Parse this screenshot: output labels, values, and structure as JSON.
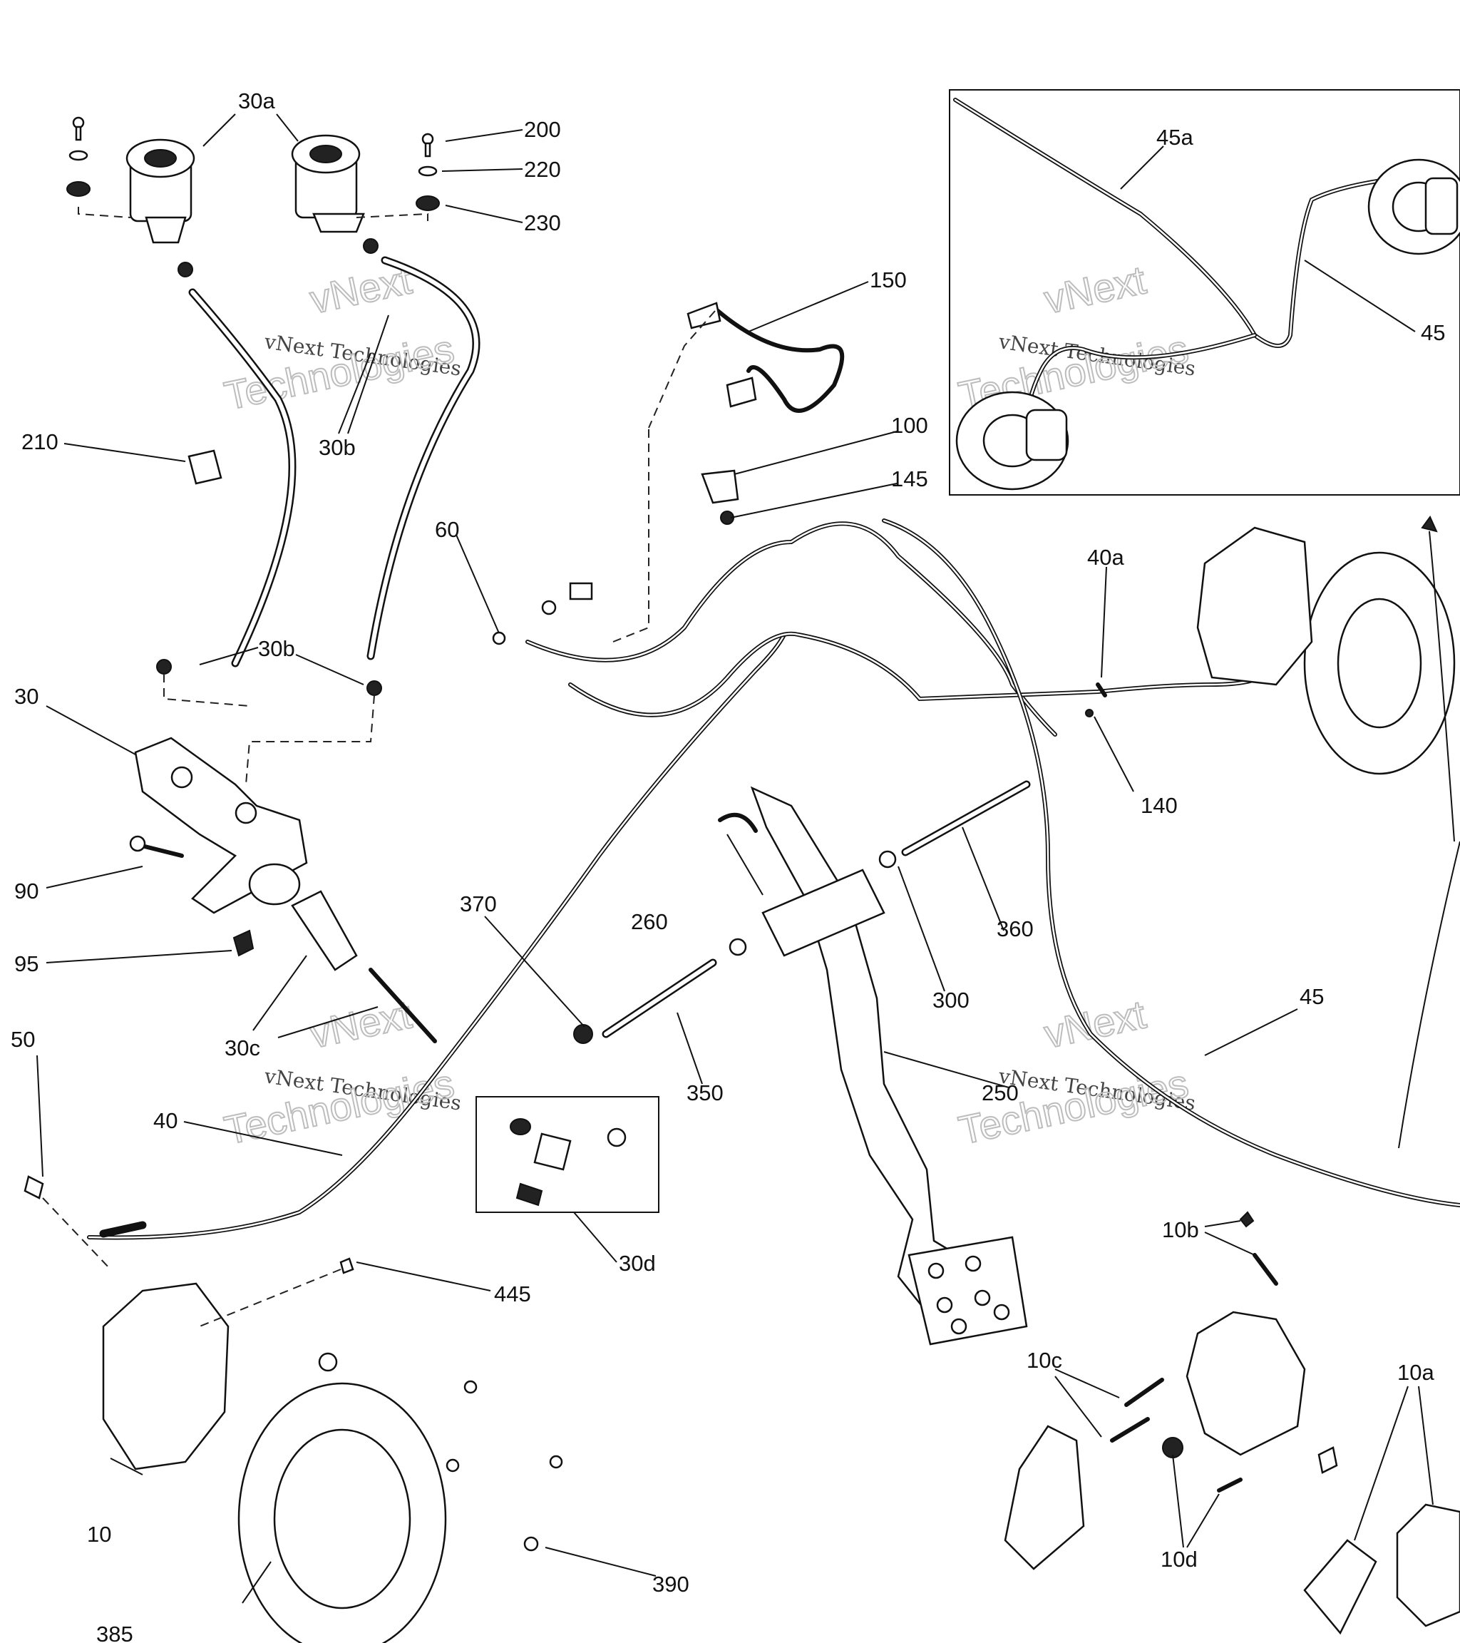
{
  "watermark": {
    "line1": "vNext",
    "line2": "vNext Technologies",
    "line3": "Technologies"
  },
  "labels": {
    "l30a": "30a",
    "l200": "200",
    "l220": "220",
    "l230": "230",
    "l210": "210",
    "l30b_top": "30b",
    "l30b_low": "30b",
    "l30": "30",
    "l90": "90",
    "l95": "95",
    "l30c": "30c",
    "l50": "50",
    "l40": "40",
    "l30d": "30d",
    "l445": "445",
    "l10": "10",
    "l385": "385",
    "l390": "390",
    "l60": "60",
    "l150": "150",
    "l100": "100",
    "l145": "145",
    "l45a": "45a",
    "l45_inset": "45",
    "l40a": "40a",
    "l140": "140",
    "l370": "370",
    "l260": "260",
    "l350": "350",
    "l360": "360",
    "l300": "300",
    "l250": "250",
    "l45_main": "45",
    "l10b": "10b",
    "l10c": "10c",
    "l10a": "10a",
    "l10d": "10d"
  }
}
